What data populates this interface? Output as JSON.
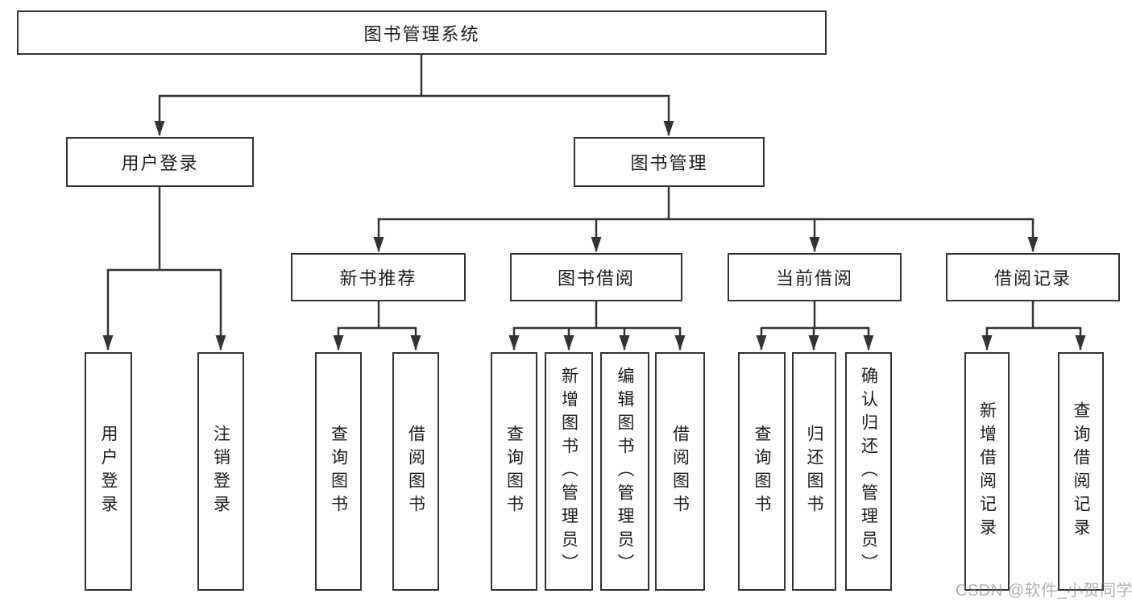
{
  "tree": {
    "root": {
      "label": "图书管理系统",
      "children": [
        {
          "label": "用户登录",
          "children": [
            {
              "label": "用户登录"
            },
            {
              "label": "注销登录"
            }
          ]
        },
        {
          "label": "图书管理",
          "children": [
            {
              "label": "新书推荐",
              "children": [
                {
                  "label": "查询图书"
                },
                {
                  "label": "借阅图书"
                }
              ]
            },
            {
              "label": "图书借阅",
              "children": [
                {
                  "label": "查询图书"
                },
                {
                  "label": "新增图书（管理员）"
                },
                {
                  "label": "编辑图书（管理员）"
                },
                {
                  "label": "借阅图书"
                }
              ]
            },
            {
              "label": "当前借阅",
              "children": [
                {
                  "label": "查询图书"
                },
                {
                  "label": "归还图书"
                },
                {
                  "label": "确认归还（管理员）"
                }
              ]
            },
            {
              "label": "借阅记录",
              "children": [
                {
                  "label": "新增借阅记录"
                },
                {
                  "label": "查询借阅记录"
                }
              ]
            }
          ]
        }
      ]
    }
  },
  "watermark": {
    "text": "CSDN @软件_小贺同学"
  },
  "colors": {
    "line": "#333333",
    "box_border": "#333333",
    "box_fill": "#ffffff",
    "text": "#1c1c1c",
    "watermark": "#808080",
    "background": "#ffffff"
  }
}
